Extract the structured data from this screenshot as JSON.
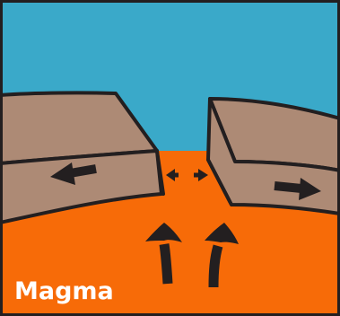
{
  "diagram": {
    "label": "Magma",
    "colors": {
      "water": "#3aa9c9",
      "magma": "#f76b08",
      "crust_top": "#ad8a75",
      "crust_side": "#ad8a75",
      "outline": "#231f20",
      "arrow": "#231f20",
      "label_text": "#ffffff",
      "frame": "#231f20"
    },
    "arrows": [
      {
        "name": "left-plate-arrow-icon",
        "direction": "left"
      },
      {
        "name": "right-plate-arrow-icon",
        "direction": "right"
      },
      {
        "name": "rift-spreading-left-arrow-icon",
        "direction": "left"
      },
      {
        "name": "rift-spreading-right-arrow-icon",
        "direction": "right"
      },
      {
        "name": "magma-rising-left-arrow-icon",
        "direction": "up"
      },
      {
        "name": "magma-rising-right-arrow-icon",
        "direction": "up"
      }
    ]
  }
}
